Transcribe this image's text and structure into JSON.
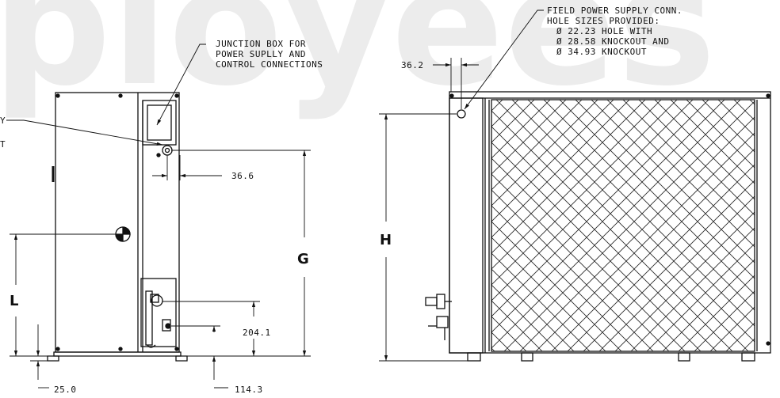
{
  "watermark": {
    "text": "ployees"
  },
  "front_view": {
    "junction_box_note": {
      "line1": "JUNCTION BOX FOR",
      "line2": "POWER SUPLLY AND",
      "line3": "CONTROL CONNECTIONS"
    },
    "cut_label_1": "Y",
    "cut_label_2": "T",
    "dim_width": "36.6",
    "dim_G": "G",
    "dim_L": "L",
    "dim_204": "204.1",
    "dim_25": "25.0",
    "dim_114": "114.3"
  },
  "side_view": {
    "field_power_note": {
      "line1": "FIELD POWER SUPPLY CONN.",
      "line2": "HOLE SIZES PROVIDED:",
      "line3": "Ø 22.23 HOLE WITH",
      "line4": "Ø 28.58 KNOCKOUT AND",
      "line5": "Ø 34.93 KNOCKOUT"
    },
    "dim_width": "36.2",
    "dim_H": "H"
  },
  "colors": {
    "line": "#111111",
    "watermark": "#ececec"
  }
}
